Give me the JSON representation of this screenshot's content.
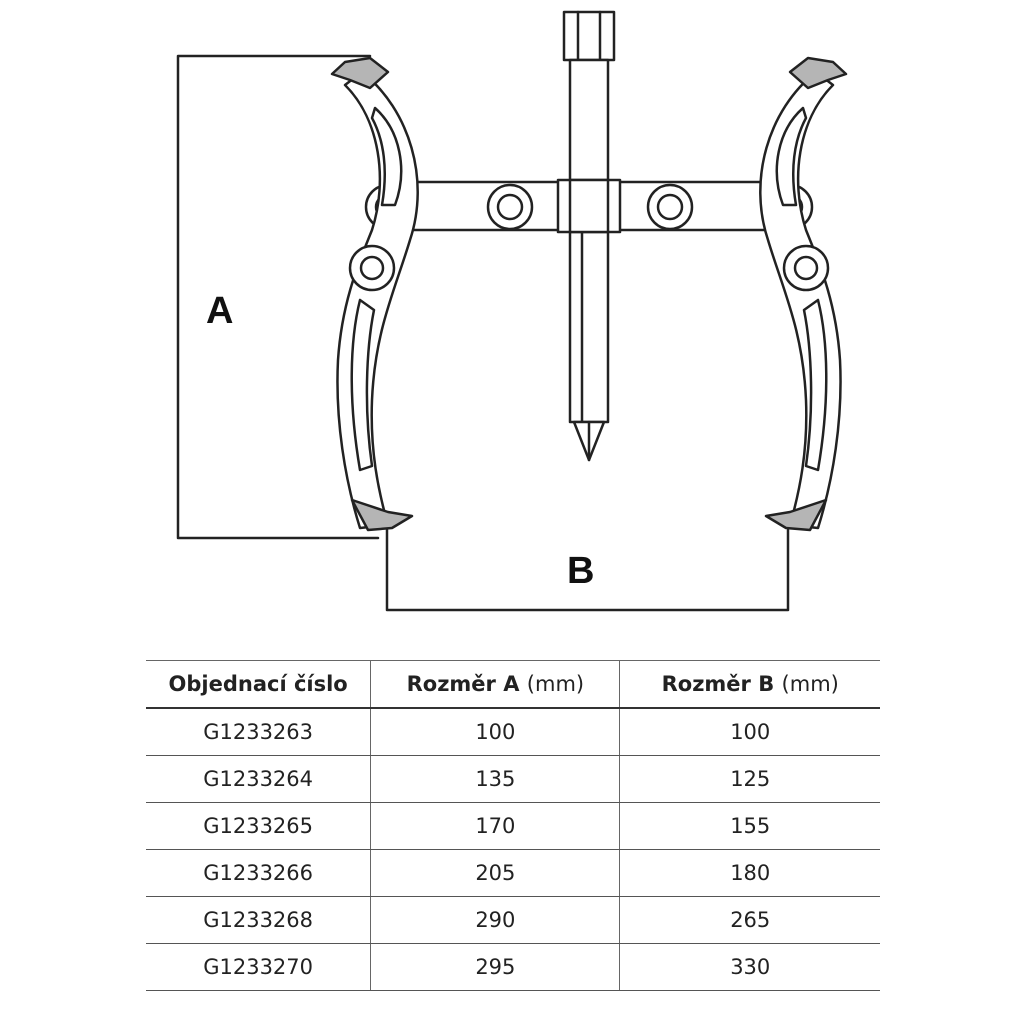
{
  "diagram": {
    "dimension_a_label": "A",
    "dimension_b_label": "B",
    "line_color": "#222222",
    "jaw_tip_color": "#b5b5b5"
  },
  "table": {
    "headers": [
      {
        "label": "Objednací číslo",
        "unit": ""
      },
      {
        "label": "Rozměr A",
        "unit": "(mm)"
      },
      {
        "label": "Rozměr B",
        "unit": "(mm)"
      }
    ],
    "rows": [
      [
        "G1233263",
        "100",
        "100"
      ],
      [
        "G1233264",
        "135",
        "125"
      ],
      [
        "G1233265",
        "170",
        "155"
      ],
      [
        "G1233266",
        "205",
        "180"
      ],
      [
        "G1233268",
        "290",
        "265"
      ],
      [
        "G1233270",
        "295",
        "330"
      ]
    ]
  }
}
